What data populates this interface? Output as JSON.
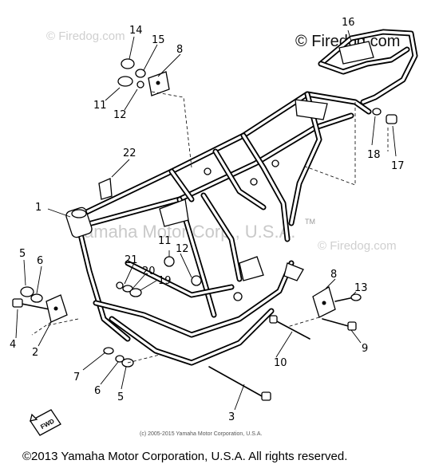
{
  "watermarks": {
    "site_top_left": "© Firedog.com",
    "site_top_right": "© Firedog.com",
    "site_mid_right": "© Firedog.com",
    "manufacturer_overlay": "Yamaha Motor Corp., U.S.A.",
    "trademark": "TM"
  },
  "diagram_copyright": "(c) 2005-2015 Yamaha Motor Corporation, U.S.A.",
  "footer_copyright": "©2013 Yamaha Motor Corporation, U.S.A. All rights reserved.",
  "fwd_label": "FWD",
  "callouts": {
    "c1": "1",
    "c2": "2",
    "c3": "3",
    "c4": "4",
    "c5a": "5",
    "c5b": "5",
    "c6a": "6",
    "c6b": "6",
    "c7": "7",
    "c8a": "8",
    "c8b": "8",
    "c9": "9",
    "c10": "10",
    "c11a": "11",
    "c11b": "11",
    "c12a": "12",
    "c12b": "12",
    "c13": "13",
    "c14": "14",
    "c15": "15",
    "c16": "16",
    "c17": "17",
    "c18": "18",
    "c19": "19",
    "c20": "20",
    "c21": "21",
    "c22": "22"
  }
}
